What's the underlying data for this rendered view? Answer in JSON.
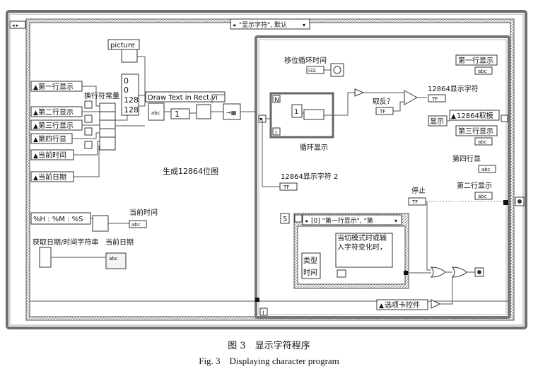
{
  "case_selector": "\"显示字符\", 默认",
  "labels": {
    "picture": "picture",
    "line1": "第一行显示",
    "line2": "第二行显示",
    "line3": "第三行显示",
    "line4": "第四行显",
    "cur_time": "当前时间",
    "cur_date": "当前日期",
    "converter": "换行符常量",
    "draw_vi": "Draw Text in Rect.vi",
    "gen_bitmap": "生成12864位图",
    "time_format": "%H : %M : %S",
    "cur_time_out": "当前时间",
    "get_datetime": "获取日期/时间字符串",
    "cur_date_out": "当前日期",
    "shift_time": "移位循环时间",
    "loop_display": "循环显示",
    "invert": "取反？",
    "char_12864": "12864显示字符",
    "char_12864_2": "12864显示字符 2",
    "display": "显示",
    "take_12864": "12864取模",
    "l1_out": "第一行显示",
    "l3_out": "第三行显示",
    "l4_out": "第四行显",
    "l2_out": "第二行显示",
    "stop": "停止",
    "event_case": "[0] \"第一行显示\", \"第",
    "type": "类型",
    "time": "时间",
    "comment": "当切模式时或输入字符变化时，",
    "tab_control": "选项卡控件",
    "num_5": "5",
    "num_0a": "0",
    "num_0b": "0",
    "num_128a": "128",
    "num_128b": "128",
    "num_1a": "1",
    "num_1b": "1",
    "N": "N",
    "i": "i",
    "tf": "TF",
    "abc": "abc",
    "i32": "I32"
  },
  "caption": {
    "cn": "图 3　显示字符程序",
    "en": "Fig. 3　Displaying character program"
  }
}
